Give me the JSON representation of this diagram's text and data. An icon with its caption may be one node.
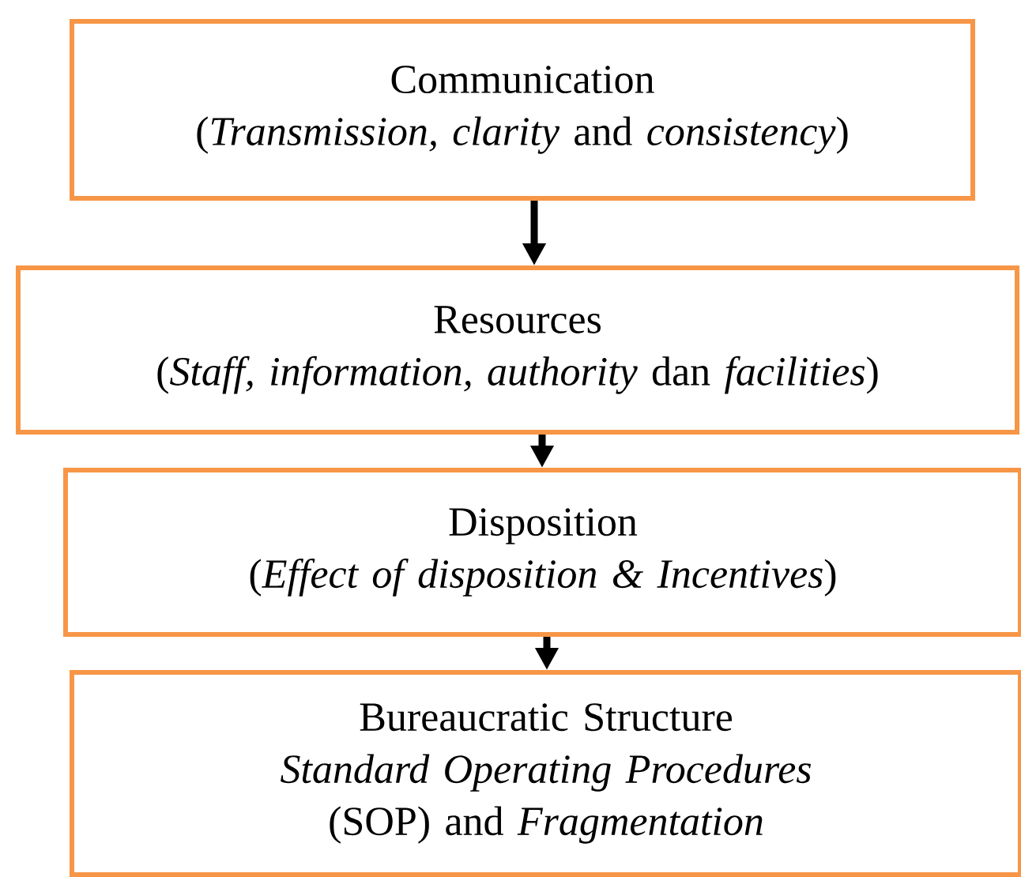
{
  "diagram": {
    "nodes": [
      {
        "text": [
          "Communication",
          "(*Transmission, clarity* and *consistency*)"
        ]
      },
      {
        "text": [
          "Resources",
          "(*Staff, information, authority* dan *facilities*)"
        ]
      },
      {
        "text": [
          "Disposition",
          "(*Effect of disposition & Incentives*)"
        ]
      },
      {
        "text": [
          "Bureaucratic Structure",
          "*Standard Operating Procedures* (SOP) and *Fragmentation*"
        ]
      }
    ],
    "edges": [
      {
        "from": 0,
        "to": 1,
        "arrow": "to"
      },
      {
        "from": 1,
        "to": 2,
        "arrow": "to"
      },
      {
        "from": 2,
        "to": 3,
        "arrow": "to"
      }
    ]
  }
}
